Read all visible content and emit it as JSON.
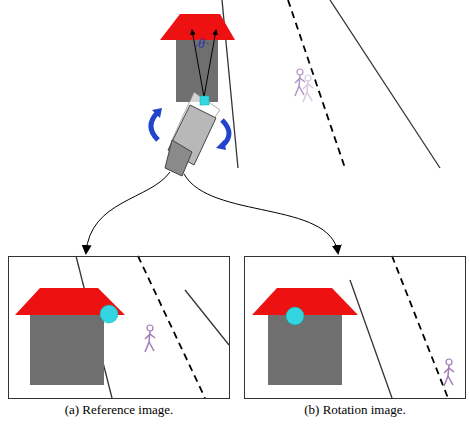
{
  "diagram": {
    "nodes": [
      {
        "text": [
          "(a) Reference image."
        ]
      },
      {
        "text": [
          "(b) Rotation image."
        ]
      }
    ],
    "labels": [
      "θ"
    ]
  }
}
